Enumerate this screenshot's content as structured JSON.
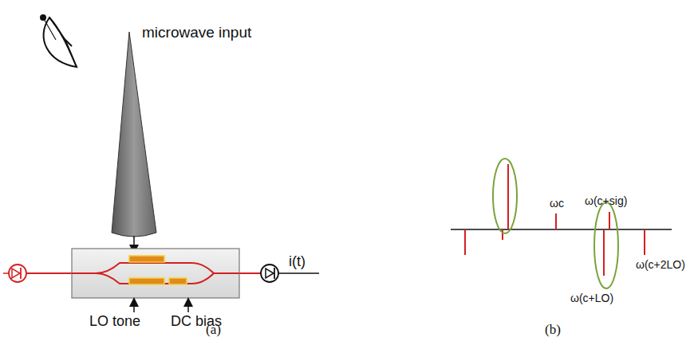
{
  "diagram": {
    "labels": [
      "microwave input",
      "i(t)",
      "LO tone",
      "DC bias",
      "(a)",
      "ωc",
      "ω(c+sig)",
      "ω(c+LO)",
      "ω(c+2LO)",
      "(b)"
    ]
  }
}
